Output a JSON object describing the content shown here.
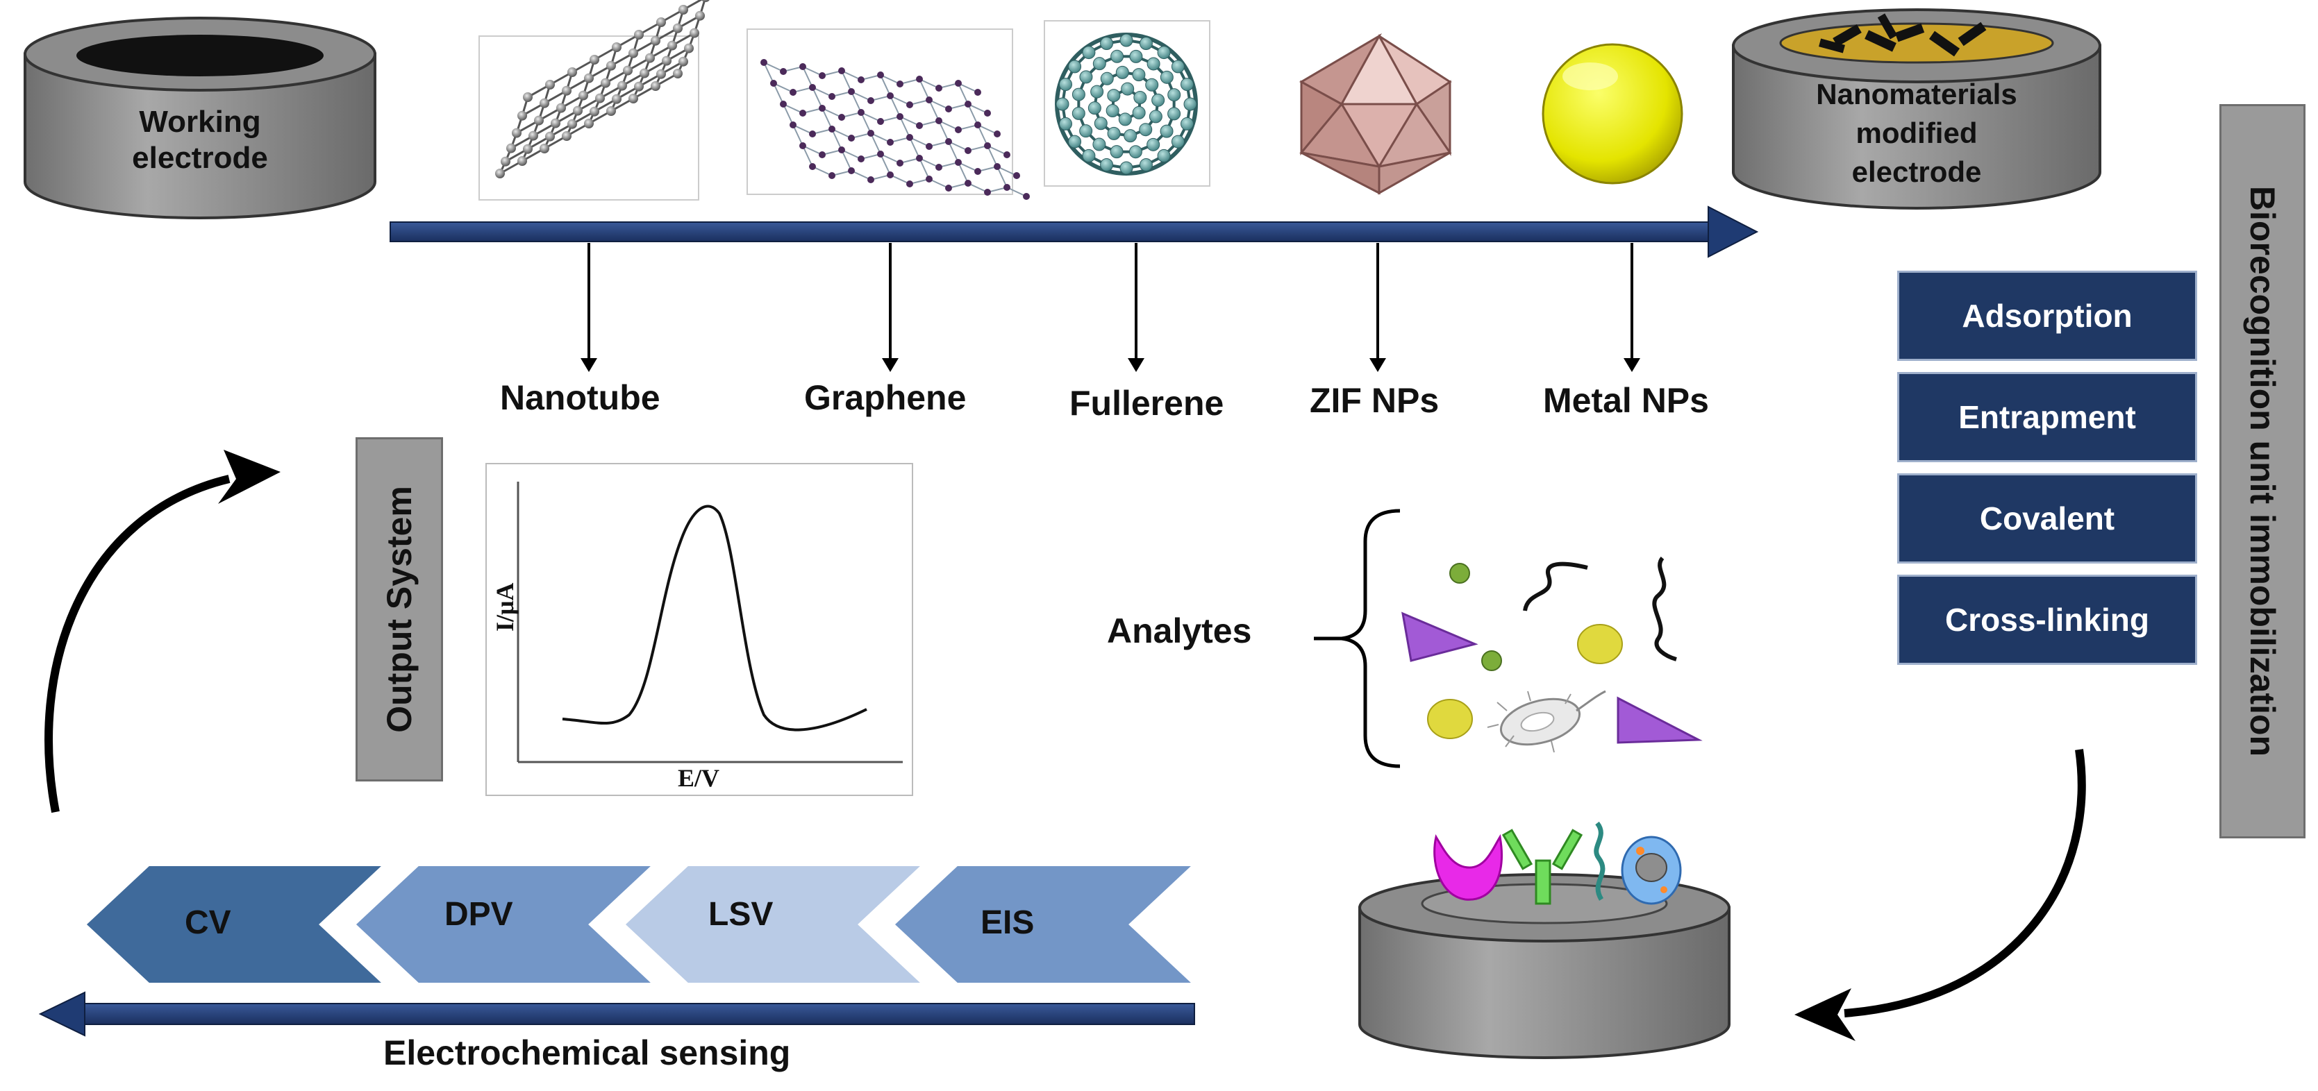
{
  "working_electrode_label": [
    "Working",
    "electrode"
  ],
  "modified_electrode_label": [
    "Nanomaterials",
    "modified",
    "electrode"
  ],
  "nanomaterials": [
    {
      "name": "Nanotube"
    },
    {
      "name": "Graphene"
    },
    {
      "name": "Fullerene"
    },
    {
      "name": "ZIF NPs"
    },
    {
      "name": "Metal NPs"
    }
  ],
  "immobilization": {
    "title": "Biorecognition unit immobilization",
    "methods": [
      "Adsorption",
      "Entrapment",
      "Covalent",
      "Cross-linking"
    ]
  },
  "analytes_label": "Analytes",
  "output_system": {
    "title": "Output System",
    "y_axis": "I/μA",
    "x_axis": "E/V"
  },
  "techniques": [
    "CV",
    "DPV",
    "LSV",
    "EIS"
  ],
  "sensing_label": "Electrochemical sensing",
  "colors": {
    "arrow_blue": "#1f3b73",
    "method_box": "#1f3864",
    "chevron_cv": "#3f6a9b",
    "chevron_dpv": "#7396c7",
    "chevron_lsv": "#b9cbe6",
    "chevron_eis": "#7396c7",
    "electrode_grey": "#8a8a8a",
    "label_box_grey": "#9a9a9a"
  }
}
